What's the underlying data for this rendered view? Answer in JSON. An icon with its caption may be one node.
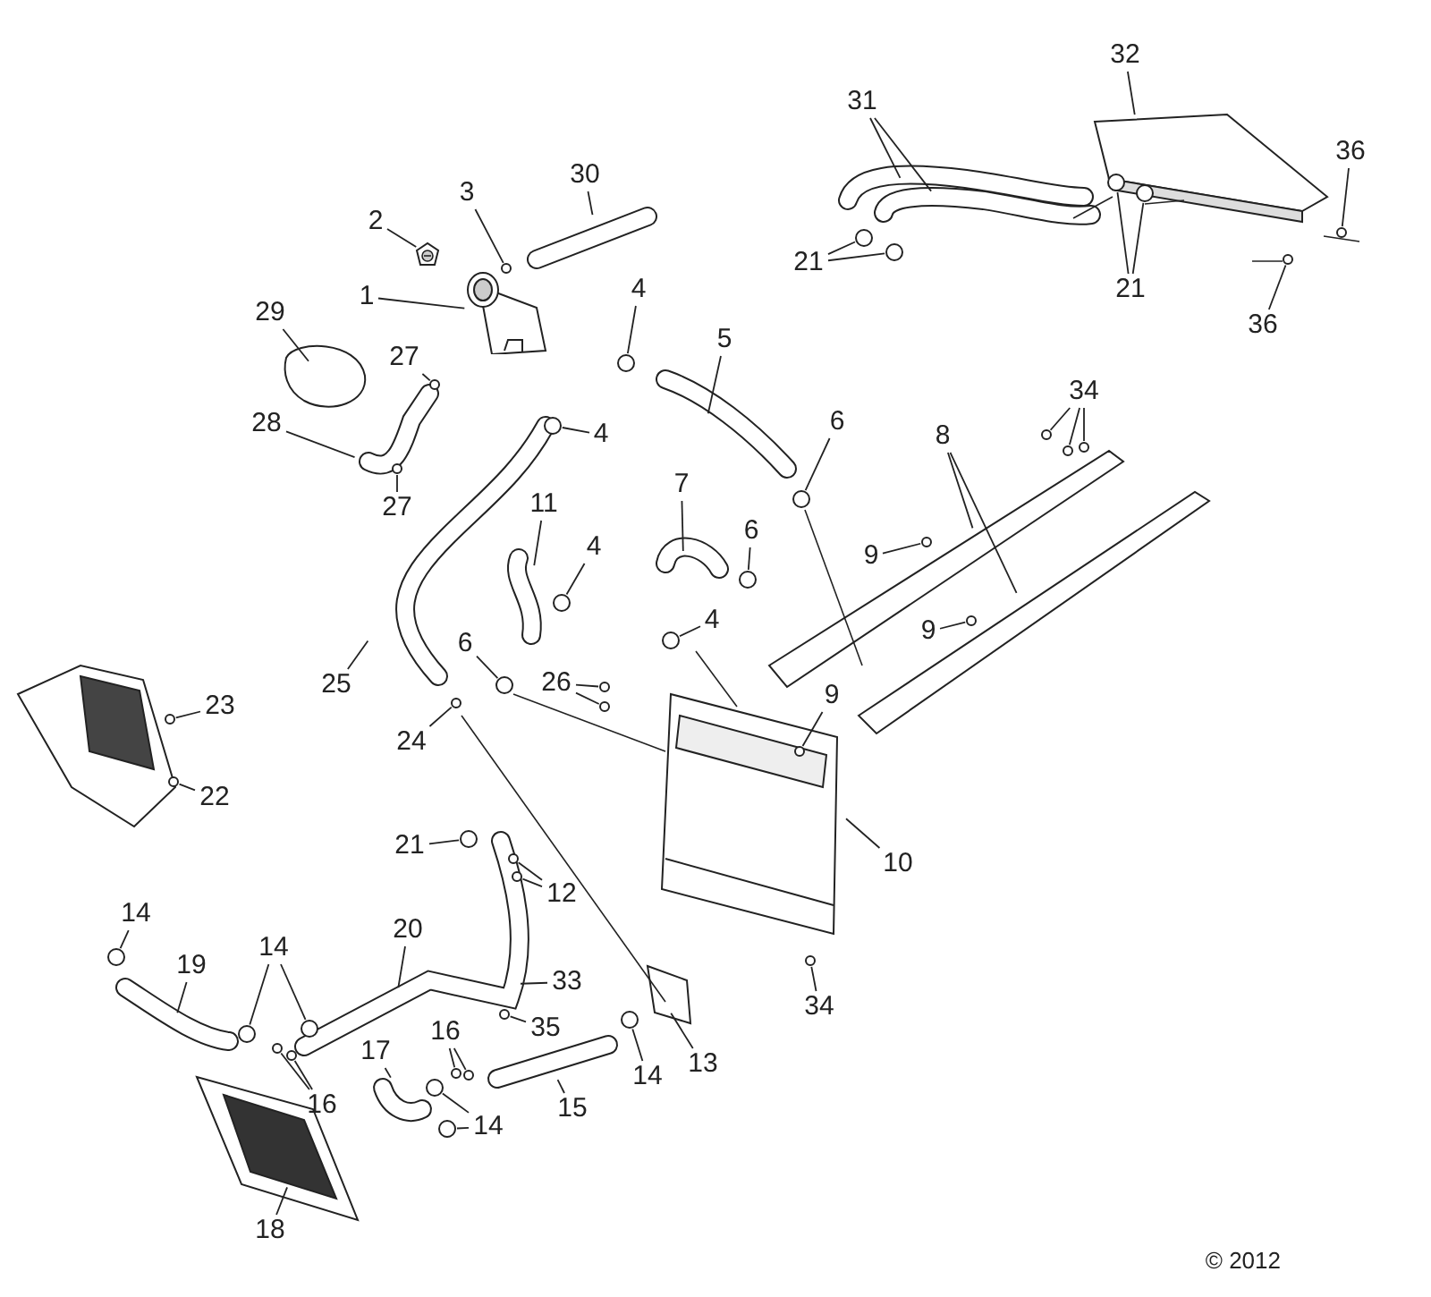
{
  "diagram": {
    "nodes": [
      {
        "text": [
          "1"
        ]
      },
      {
        "text": [
          "2"
        ]
      },
      {
        "text": [
          "3"
        ]
      },
      {
        "text": [
          "30"
        ]
      },
      {
        "text": [
          "31"
        ]
      },
      {
        "text": [
          "32"
        ]
      },
      {
        "text": [
          "36"
        ]
      },
      {
        "text": [
          "36"
        ]
      },
      {
        "text": [
          "21"
        ]
      },
      {
        "text": [
          "21"
        ]
      },
      {
        "text": [
          "4"
        ]
      },
      {
        "text": [
          "5"
        ]
      },
      {
        "text": [
          "29"
        ]
      },
      {
        "text": [
          "27"
        ]
      },
      {
        "text": [
          "4"
        ]
      },
      {
        "text": [
          "28"
        ]
      },
      {
        "text": [
          "27"
        ]
      },
      {
        "text": [
          "11"
        ]
      },
      {
        "text": [
          "4"
        ]
      },
      {
        "text": [
          "7"
        ]
      },
      {
        "text": [
          "6"
        ]
      },
      {
        "text": [
          "6"
        ]
      },
      {
        "text": [
          "4"
        ]
      },
      {
        "text": [
          "8"
        ]
      },
      {
        "text": [
          "34"
        ]
      },
      {
        "text": [
          "9"
        ]
      },
      {
        "text": [
          "9"
        ]
      },
      {
        "text": [
          "9"
        ]
      },
      {
        "text": [
          "25"
        ]
      },
      {
        "text": [
          "6"
        ]
      },
      {
        "text": [
          "26"
        ]
      },
      {
        "text": [
          "24"
        ]
      },
      {
        "text": [
          "23"
        ]
      },
      {
        "text": [
          "22"
        ]
      },
      {
        "text": [
          "10"
        ]
      },
      {
        "text": [
          "21"
        ]
      },
      {
        "text": [
          "12"
        ]
      },
      {
        "text": [
          "14"
        ]
      },
      {
        "text": [
          "19"
        ]
      },
      {
        "text": [
          "20"
        ]
      },
      {
        "text": [
          "14"
        ]
      },
      {
        "text": [
          "33"
        ]
      },
      {
        "text": [
          "16"
        ]
      },
      {
        "text": [
          "17"
        ]
      },
      {
        "text": [
          "16"
        ]
      },
      {
        "text": [
          "35"
        ]
      },
      {
        "text": [
          "14"
        ]
      },
      {
        "text": [
          "15"
        ]
      },
      {
        "text": [
          "14"
        ]
      },
      {
        "text": [
          "13"
        ]
      },
      {
        "text": [
          "18"
        ]
      },
      {
        "text": [
          "34"
        ]
      },
      {
        "text": [],
        "shape": "picture"
      },
      {
        "text": [],
        "shape": "circle"
      },
      {
        "text": [],
        "shape": "circle"
      },
      {
        "text": [],
        "shape": "circle"
      },
      {
        "text": [],
        "shape": "circle"
      },
      {
        "text": [],
        "shape": "circle"
      },
      {
        "text": [],
        "shape": "circle"
      },
      {
        "text": [],
        "shape": "circle"
      },
      {
        "text": [],
        "shape": "circle"
      },
      {
        "text": [],
        "shape": "circle"
      },
      {
        "text": [],
        "shape": "circle"
      },
      {
        "text": [],
        "shape": "circle"
      },
      {
        "text": [],
        "shape": "circle"
      },
      {
        "text": [],
        "shape": "circle"
      },
      {
        "text": [],
        "shape": "circle"
      },
      {
        "text": [],
        "shape": "circle"
      },
      {
        "text": [],
        "shape": "circle"
      },
      {
        "text": [],
        "shape": "circle"
      },
      {
        "text": [],
        "shape": "circle"
      },
      {
        "text": [],
        "shape": "circle"
      },
      {
        "text": [],
        "shape": "circle"
      },
      {
        "text": [],
        "shape": "circle"
      },
      {
        "text": [],
        "shape": "circle"
      },
      {
        "text": [],
        "shape": "circle"
      },
      {
        "text": [],
        "shape": "circle"
      },
      {
        "text": [],
        "shape": "circle"
      },
      {
        "text": [],
        "shape": "circle"
      },
      {
        "text": [],
        "shape": "circle"
      },
      {
        "text": [],
        "shape": "circle"
      },
      {
        "text": [],
        "shape": "circle"
      },
      {
        "text": [],
        "shape": "circle"
      },
      {
        "text": [],
        "shape": "circle"
      },
      {
        "text": [],
        "shape": "circle"
      },
      {
        "text": [],
        "shape": "circle"
      },
      {
        "text": [],
        "shape": "circle"
      },
      {
        "text": [],
        "shape": "circle"
      },
      {
        "text": [],
        "shape": "circle"
      },
      {
        "text": [],
        "shape": "circle"
      },
      {
        "text": [],
        "shape": "circle"
      },
      {
        "text": [],
        "shape": "circle"
      },
      {
        "text": [],
        "shape": "circle"
      },
      {
        "text": [],
        "shape": "circle"
      },
      {
        "text": [],
        "shape": "circle"
      },
      {
        "text": [],
        "shape": "picture"
      }
    ],
    "edges": [
      {
        "from": 0,
        "to": 95,
        "arrow": "none"
      },
      {
        "from": 1,
        "to": 52,
        "arrow": "none"
      },
      {
        "from": 2,
        "to": 53,
        "arrow": "none"
      },
      {
        "from": 3,
        "to": null,
        "arrow": "none"
      },
      {
        "from": 4,
        "to": null,
        "arrow": "none"
      },
      {
        "from": 4,
        "to": null,
        "arrow": "none"
      },
      {
        "from": 5,
        "to": null,
        "arrow": "none"
      },
      {
        "from": 6,
        "to": 54,
        "arrow": "none"
      },
      {
        "from": 7,
        "to": 55,
        "arrow": "none"
      },
      {
        "from": 8,
        "to": 56,
        "arrow": "none"
      },
      {
        "from": 8,
        "to": 57,
        "arrow": "none"
      },
      {
        "from": 9,
        "to": 58,
        "arrow": "none"
      },
      {
        "from": 9,
        "to": 59,
        "arrow": "none"
      },
      {
        "from": 10,
        "to": 60,
        "arrow": "none"
      },
      {
        "from": 11,
        "to": null,
        "arrow": "none"
      },
      {
        "from": 12,
        "to": null,
        "arrow": "none"
      },
      {
        "from": 13,
        "to": 61,
        "arrow": "none"
      },
      {
        "from": 14,
        "to": 62,
        "arrow": "none"
      },
      {
        "from": 15,
        "to": null,
        "arrow": "none"
      },
      {
        "from": 16,
        "to": 63,
        "arrow": "none"
      },
      {
        "from": 17,
        "to": null,
        "arrow": "none"
      },
      {
        "from": 18,
        "to": 64,
        "arrow": "none"
      },
      {
        "from": 19,
        "to": null,
        "arrow": "none"
      },
      {
        "from": 20,
        "to": 65,
        "arrow": "none"
      },
      {
        "from": 21,
        "to": 66,
        "arrow": "none"
      },
      {
        "from": 22,
        "to": 67,
        "arrow": "none"
      },
      {
        "from": 23,
        "to": null,
        "arrow": "none"
      },
      {
        "from": 23,
        "to": null,
        "arrow": "none"
      },
      {
        "from": 24,
        "to": 68,
        "arrow": "none"
      },
      {
        "from": 24,
        "to": 69,
        "arrow": "none"
      },
      {
        "from": 24,
        "to": 70,
        "arrow": "none"
      },
      {
        "from": 25,
        "to": 71,
        "arrow": "none"
      },
      {
        "from": 26,
        "to": 72,
        "arrow": "none"
      },
      {
        "from": 27,
        "to": 73,
        "arrow": "none"
      },
      {
        "from": 28,
        "to": null,
        "arrow": "none"
      },
      {
        "from": 29,
        "to": 74,
        "arrow": "none"
      },
      {
        "from": 30,
        "to": 75,
        "arrow": "none"
      },
      {
        "from": 30,
        "to": 76,
        "arrow": "none"
      },
      {
        "from": 31,
        "to": 77,
        "arrow": "none"
      },
      {
        "from": 32,
        "to": 78,
        "arrow": "none"
      },
      {
        "from": 33,
        "to": 79,
        "arrow": "none"
      },
      {
        "from": 34,
        "to": null,
        "arrow": "none"
      },
      {
        "from": 35,
        "to": 80,
        "arrow": "none"
      },
      {
        "from": 36,
        "to": 81,
        "arrow": "none"
      },
      {
        "from": 36,
        "to": 82,
        "arrow": "none"
      },
      {
        "from": 37,
        "to": 83,
        "arrow": "none"
      },
      {
        "from": 38,
        "to": null,
        "arrow": "none"
      },
      {
        "from": 39,
        "to": null,
        "arrow": "none"
      },
      {
        "from": 40,
        "to": 84,
        "arrow": "none"
      },
      {
        "from": 40,
        "to": 85,
        "arrow": "none"
      },
      {
        "from": 41,
        "to": null,
        "arrow": "none"
      },
      {
        "from": 42,
        "to": 86,
        "arrow": "none"
      },
      {
        "from": 42,
        "to": 87,
        "arrow": "none"
      },
      {
        "from": 43,
        "to": null,
        "arrow": "none"
      },
      {
        "from": 44,
        "to": 88,
        "arrow": "none"
      },
      {
        "from": 44,
        "to": 89,
        "arrow": "none"
      },
      {
        "from": 45,
        "to": 90,
        "arrow": "none"
      },
      {
        "from": 46,
        "to": 91,
        "arrow": "none"
      },
      {
        "from": 46,
        "to": 92,
        "arrow": "none"
      },
      {
        "from": 47,
        "to": null,
        "arrow": "none"
      },
      {
        "from": 48,
        "to": 93,
        "arrow": "none"
      },
      {
        "from": 49,
        "to": null,
        "arrow": "none"
      },
      {
        "from": 50,
        "to": null,
        "arrow": "none"
      },
      {
        "from": 51,
        "to": 94,
        "arrow": "none"
      }
    ],
    "labels": [
      "© 2012"
    ]
  }
}
